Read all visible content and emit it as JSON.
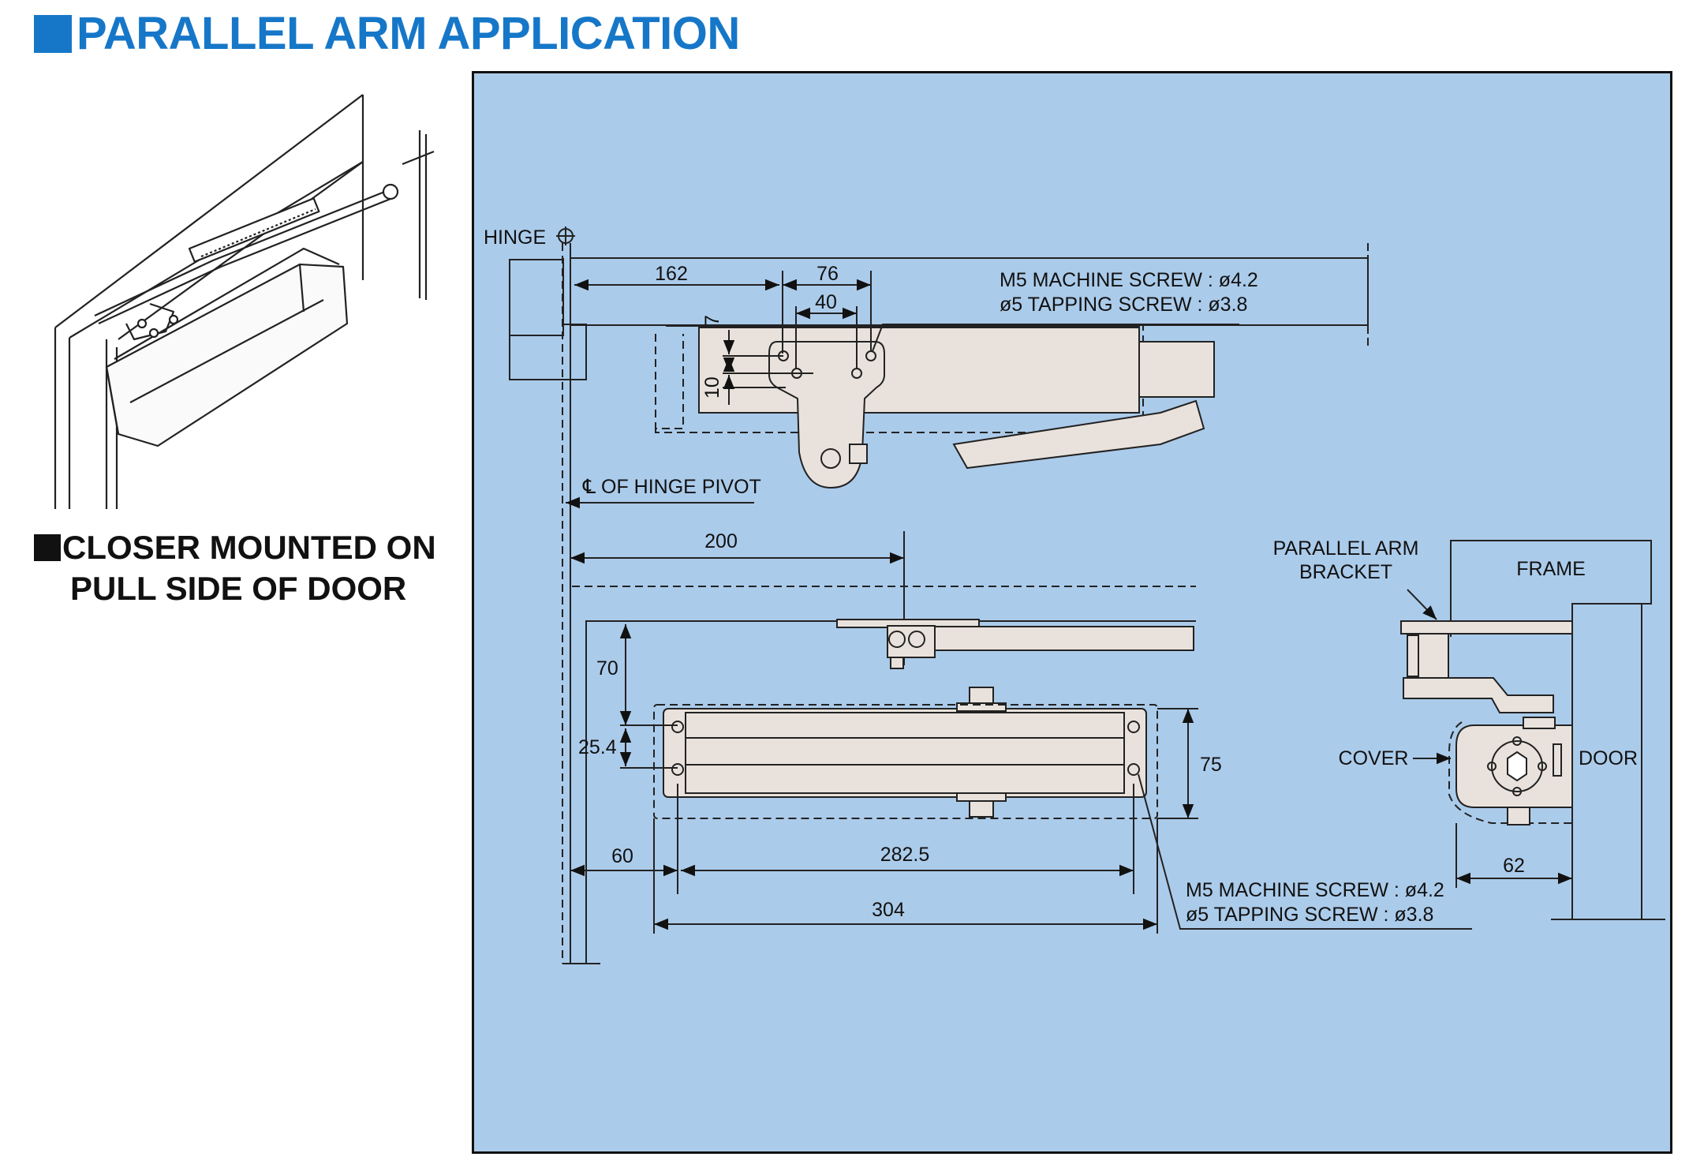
{
  "header": {
    "title": "PARALLEL ARM APPLICATION"
  },
  "caption": {
    "line1": "CLOSER MOUNTED ON",
    "line2": "PULL SIDE OF DOOR"
  },
  "colors": {
    "accent": "#1677c8",
    "panel_bg": "#abcbea",
    "part_fill": "#e9e2dc"
  },
  "top_view": {
    "hinge_label": "HINGE",
    "dim_162": "162",
    "dim_76": "76",
    "dim_40": "40",
    "dim_7": "7",
    "dim_10": "10",
    "screw_line1": "M5 MACHINE SCREW : ø4.2",
    "screw_line2": "ø5 TAPPING SCREW : ø3.8",
    "pivot_label": "℄ OF HINGE PIVOT"
  },
  "front_view": {
    "dim_200": "200",
    "dim_70": "70",
    "dim_25_4": "25.4",
    "dim_75": "75",
    "dim_60": "60",
    "dim_282_5": "282.5",
    "dim_304": "304",
    "screw_line1": "M5 MACHINE SCREW : ø4.2",
    "screw_line2": "ø5 TAPPING SCREW : ø3.8"
  },
  "side_view": {
    "bracket_line1": "PARALLEL ARM",
    "bracket_line2": "BRACKET",
    "frame_label": "FRAME",
    "cover_label": "COVER",
    "door_label": "DOOR",
    "dim_62": "62"
  }
}
